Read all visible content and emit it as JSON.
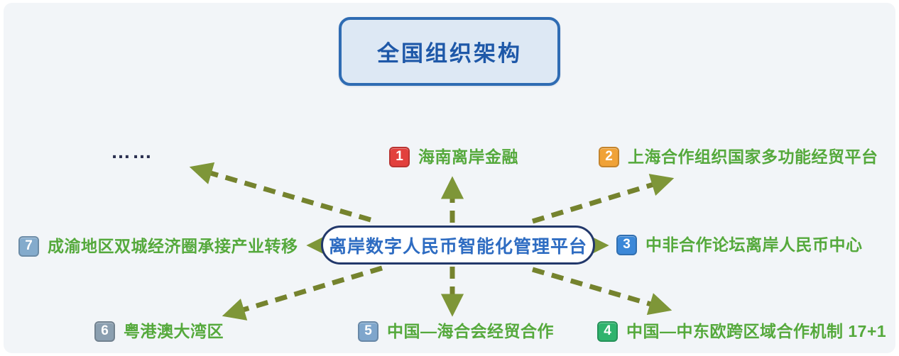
{
  "title": "全国组织架构",
  "center_node": "离岸数字人民币智能化管理平台",
  "ellipsis": "……",
  "branches": [
    {
      "num": "1",
      "label": "海南离岸金融",
      "badge_color": "#e2403d"
    },
    {
      "num": "2",
      "label": "上海合作组织国家多功能经贸平台",
      "badge_color": "#f0a237"
    },
    {
      "num": "3",
      "label": "中非合作论坛离岸人民币中心",
      "badge_color": "#3c88d8"
    },
    {
      "num": "4",
      "label": "中国—中东欧跨区域合作机制 17+1",
      "badge_color": "#2fb36d"
    },
    {
      "num": "5",
      "label": "中国—海合会经贸合作",
      "badge_color": "#7fa6cc"
    },
    {
      "num": "6",
      "label": "粤港澳大湾区",
      "badge_color": "#8b9fb0"
    },
    {
      "num": "7",
      "label": "成渝地区双城经济圈承接产业转移",
      "badge_color": "#84abcc"
    }
  ],
  "colors": {
    "panel_bg": "#f2f5f8",
    "arrow": "#75832e",
    "arrow_head": "#7e9638",
    "branch_text": "#55a93c",
    "title_text": "#1e58a8",
    "title_border": "#2f6cb3",
    "title_fill": "#dde8f4",
    "center_text": "#2e6cc2",
    "center_border": "#22386b",
    "ellipsis_text": "#2b3050"
  }
}
